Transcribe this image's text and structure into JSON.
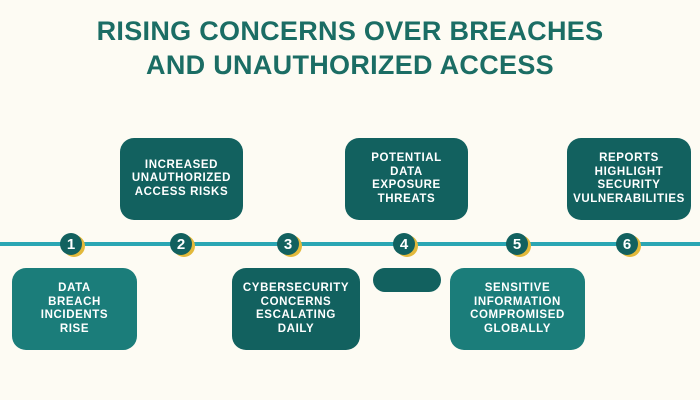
{
  "title": {
    "line1": "RISING CONCERNS OVER BREACHES",
    "line2": "AND UNAUTHORIZED ACCESS"
  },
  "colors": {
    "background": "#fdfbf3",
    "title": "#1b6d64",
    "card_dark": "#12615f",
    "card_teal": "#1b7d7a",
    "timeline": "#2aa6b3",
    "number_accent": "#e2b93b"
  },
  "steps": [
    {
      "number": "1",
      "text": "DATA\nBREACH\nINCIDENTS\nRISE"
    },
    {
      "number": "2",
      "text": "INCREASED\nUNAUTHORIZED\nACCESS RISKS"
    },
    {
      "number": "3",
      "text": "CYBERSECURITY\nCONCERNS\nESCALATING\nDAILY"
    },
    {
      "number": "4",
      "text": "POTENTIAL\nDATA\nEXPOSURE\nTHREATS"
    },
    {
      "number": "5",
      "text": "SENSITIVE\nINFORMATION\nCOMPROMISED\nGLOBALLY"
    },
    {
      "number": "6",
      "text": "REPORTS\nHIGHLIGHT\nSECURITY\nVULNERABILITIES"
    }
  ]
}
